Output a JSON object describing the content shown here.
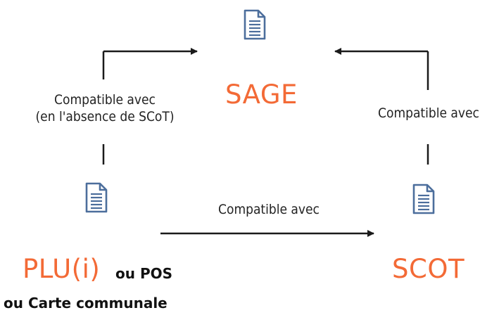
{
  "nodes": {
    "sage": {
      "title": "SAGE",
      "icon": "document-icon"
    },
    "plu": {
      "title": "PLU(i)",
      "note_line1": "ou POS",
      "note_line2": "ou Carte communale",
      "icon": "document-icon"
    },
    "scot": {
      "title": "SCOT",
      "icon": "document-icon"
    }
  },
  "edges": {
    "plu_to_sage": {
      "line1": "Compatible avec",
      "line2": "(en l'absence de SCoT)"
    },
    "scot_to_sage": {
      "label": "Compatible avec"
    },
    "plu_to_scot": {
      "label": "Compatible avec"
    }
  },
  "colors": {
    "accent": "#F36A36",
    "icon": "#4C6E9C",
    "line": "#1a1a1a"
  }
}
